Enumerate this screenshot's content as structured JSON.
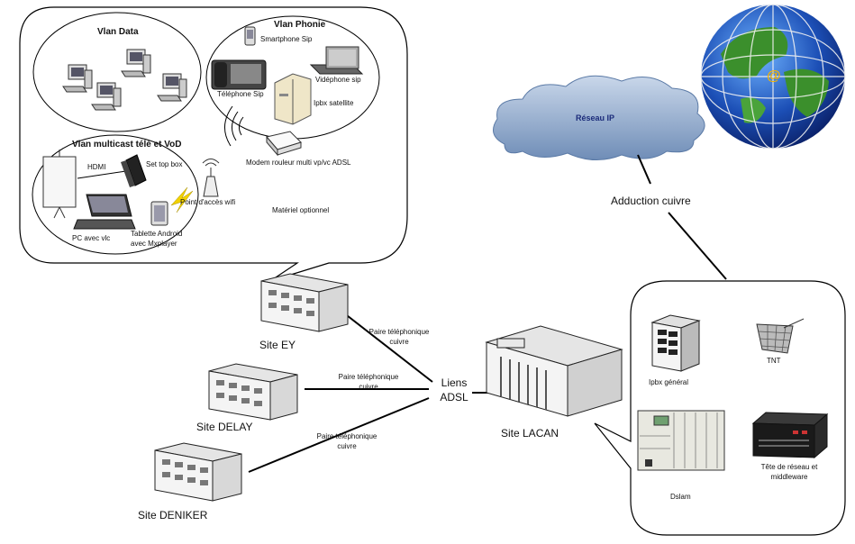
{
  "labels": {
    "vlan_data": "Vlan Data",
    "vlan_phonie": "Vlan Phonie",
    "smartphone_sip": "Smartphone Sip",
    "visiophone_sip": "Vidéphone sip",
    "telephone_sip": "Téléphone Sip",
    "ipbx_satellite": "Ipbx satellite",
    "vlan_multicast": "Vlan multicast télé et VoD",
    "hdmi": "HDMI",
    "set_top_box": "Set top box",
    "modem_routeur": "Modem rouleur multi vp/vc ADSL",
    "point_acces_wifi": "Point d'accès wifi",
    "materiel_optionnel": "Matériel optionnel",
    "pc_avec_vlc": "PC avec vlc",
    "tablette_android": "Tablette Android",
    "avec_mxplayer": "avec Mxplayer",
    "reseau_ip": "Réseau IP",
    "adduction_cuivre": "Adduction cuivre",
    "site_ey": "Site EY",
    "site_delay": "Site DELAY",
    "site_deniker": "Site DENIKER",
    "site_lacan": "Site LACAN",
    "paire_ey_1": "Paire téléphonique",
    "paire_ey_2": "cuivre",
    "paire_delay_1": "Paire téléphonique",
    "paire_delay_2": "cuivre",
    "paire_deniker_1": "Paire téléphonique",
    "paire_deniker_2": "cuivre",
    "liens": "Liens",
    "adsl": "ADSL",
    "ipbx_general": "Ipbx général",
    "tnt": "TNT",
    "dslam": "Dslam",
    "tete_reseau_1": "Tête de réseau et",
    "tete_reseau_2": "middleware",
    "globe_at": "@"
  },
  "colors": {
    "cloud": "#8aa6c8",
    "cloud_text": "#1b2b7a",
    "ocean": "#1f4fb5",
    "land": "#3a8a2e",
    "building": "#f2f2f2",
    "line": "#000000"
  }
}
